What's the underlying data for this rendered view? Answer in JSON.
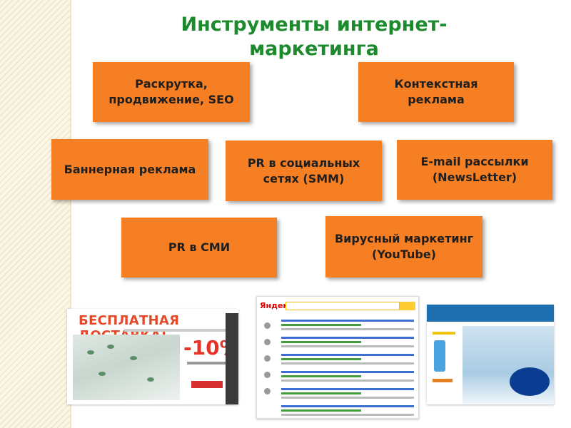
{
  "title": "Инструменты интернет-маркетинга",
  "boxes": {
    "seo": "Раскрутка, продвижение, SEO",
    "context": "Контекстная реклама",
    "banner": "Баннерная реклама",
    "smm": "PR в социальных сетях (SMM)",
    "email": "E-mail рассылки (NewsLetter)",
    "media": "PR в СМИ",
    "viral": "Вирусный маркетинг (YouTube)"
  },
  "screenshots": {
    "banner_ad": {
      "headline": "БЕСПЛАТНАЯ ДОСТАВКА!",
      "discount": "-10%"
    },
    "search": {
      "logo": "Яндекс"
    }
  },
  "colors": {
    "title": "#1e8a2e",
    "box_fill": "#f57f22",
    "box_text": "#1f1f1f",
    "left_band": "#fbf7e6"
  }
}
